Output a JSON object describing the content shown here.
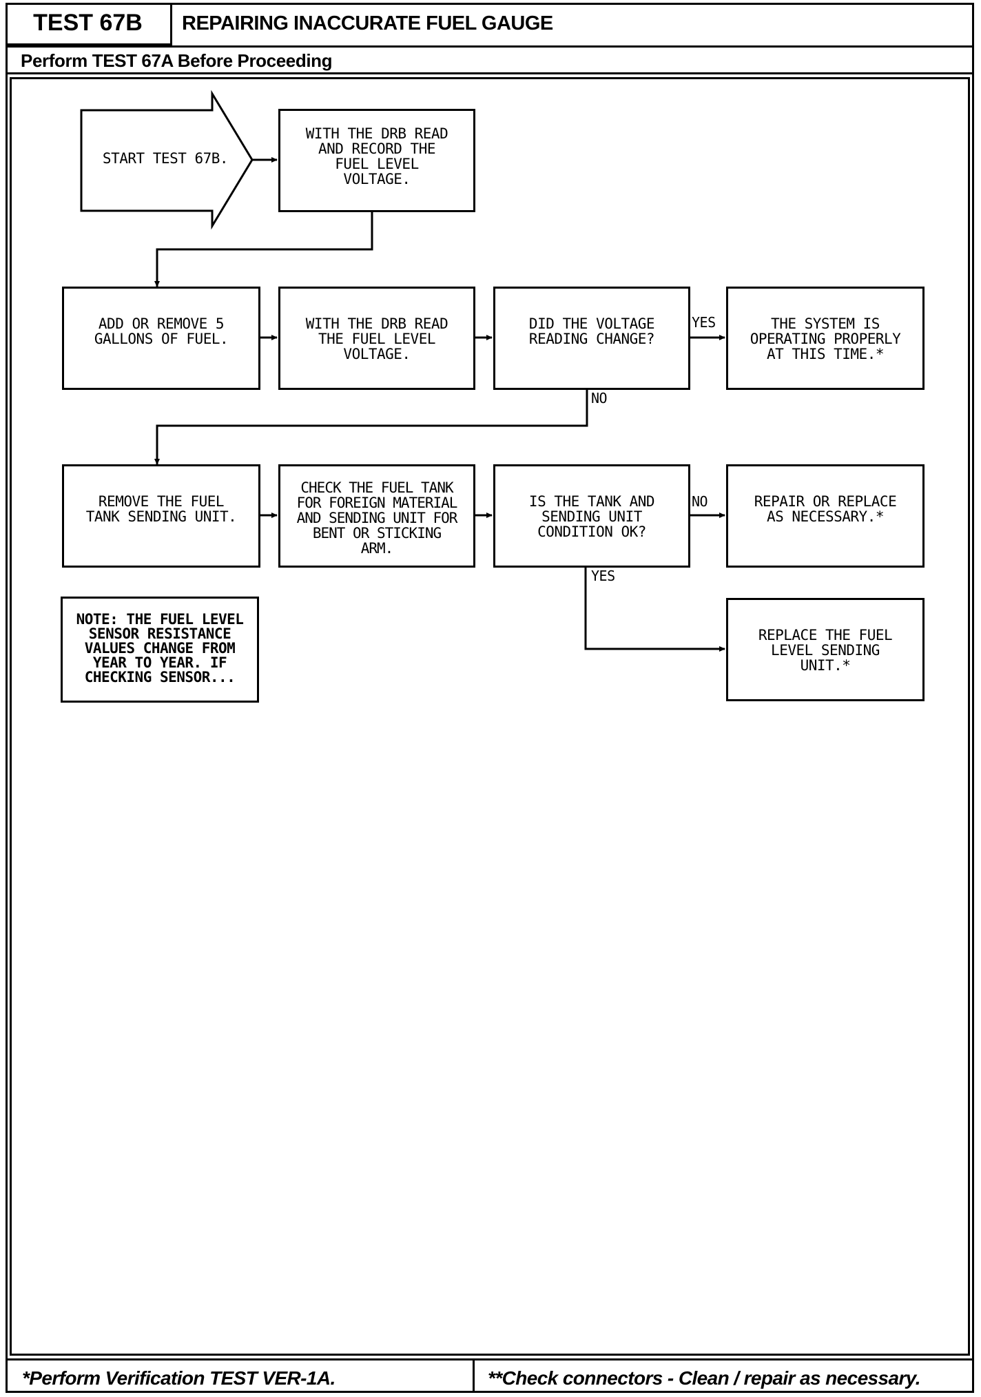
{
  "header": {
    "test_id": "TEST 67B",
    "title": "REPAIRING INACCURATE FUEL GAUGE",
    "subtitle": "Perform TEST 67A Before Proceeding"
  },
  "flow": {
    "start": "START TEST 67B.",
    "record_voltage": "WITH THE DRB READ\nAND RECORD THE\nFUEL LEVEL\nVOLTAGE.",
    "add_remove_fuel": "ADD OR REMOVE 5\nGALLONS OF FUEL.",
    "read_voltage": "WITH THE DRB READ\nTHE FUEL LEVEL\nVOLTAGE.",
    "voltage_changed_q": "DID THE VOLTAGE\nREADING CHANGE?",
    "system_ok": "THE SYSTEM IS\nOPERATING PROPERLY\nAT THIS TIME.*",
    "remove_sending_unit": "REMOVE THE FUEL\nTANK SENDING UNIT.",
    "check_tank": "CHECK THE FUEL TANK\nFOR FOREIGN MATERIAL\nAND SENDING UNIT FOR\nBENT OR STICKING\nARM.",
    "tank_ok_q": "IS THE TANK AND\nSENDING UNIT\nCONDITION OK?",
    "repair_replace": "REPAIR OR REPLACE\nAS NECESSARY.*",
    "replace_sending_unit": "REPLACE THE FUEL\nLEVEL SENDING\nUNIT.*",
    "note": "NOTE: THE FUEL LEVEL\nSENSOR RESISTANCE\nVALUES CHANGE FROM\nYEAR TO YEAR. IF\nCHECKING SENSOR..."
  },
  "labels": {
    "yes1": "YES",
    "no1": "NO",
    "no2": "NO",
    "yes2": "YES"
  },
  "footer": {
    "left": "*Perform Verification TEST VER-1A.",
    "right": "**Check connectors - Clean / repair as necessary."
  }
}
